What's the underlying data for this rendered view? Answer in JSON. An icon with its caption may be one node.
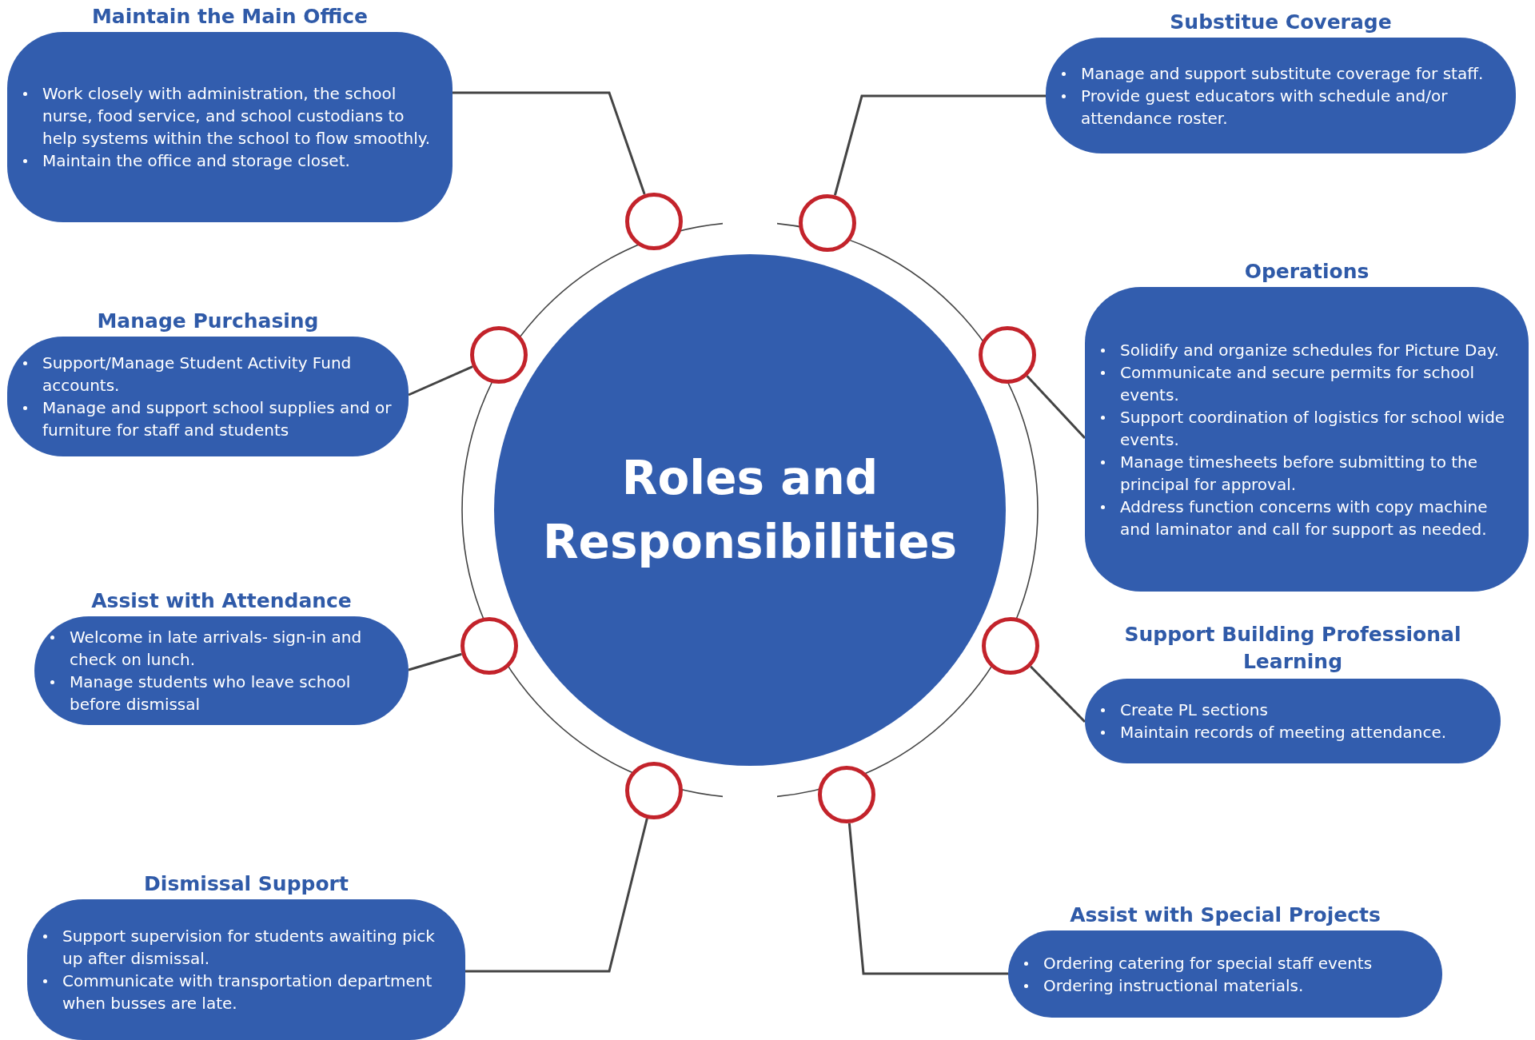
{
  "diagram": {
    "nodes": [
      {
        "text": [
          "Maintain the Main Office",
          "Work closely with administration, the school nurse, food service, and school custodians to help systems within the school to flow smoothly.",
          "Maintain the office and storage closet."
        ]
      },
      {
        "text": [
          "Substitue Coverage",
          "Manage and support substitute coverage for staff.",
          "Provide guest educators with schedule and/or attendance roster."
        ]
      },
      {
        "text": [
          "Manage Purchasing",
          "Support/Manage Student Activity Fund accounts.",
          "Manage and support school supplies and or furniture for staff and students"
        ]
      },
      {
        "text": [
          "Operations",
          "Solidify and organize schedules for Picture Day.",
          "Communicate and secure permits for school events.",
          "Support coordination of logistics for school wide events.",
          "Manage timesheets before submitting to the principal for approval.",
          "Address function concerns with copy machine and laminator and call for support as needed."
        ]
      },
      {
        "text": [
          "Assist with Attendance",
          "Welcome in late arrivals- sign-in and check on lunch.",
          "Manage students who leave school before dismissal"
        ]
      },
      {
        "text": [
          "Support Building Professional Learning",
          "Create PL sections",
          "Maintain records of meeting attendance."
        ]
      },
      {
        "text": [
          "Dismissal Support",
          "Support supervision for students awaiting pick up after dismissal.",
          "Communicate with transportation department when busses are  late."
        ]
      },
      {
        "text": [
          "Assist with Special Projects",
          "Ordering catering for special staff events",
          "Ordering instructional materials."
        ]
      },
      {
        "text": [
          "Roles and Responsibilities"
        ]
      },
      {
        "text": [],
        "shape": "circle"
      },
      {
        "text": [],
        "shape": "circle"
      },
      {
        "text": [],
        "shape": "circle"
      },
      {
        "text": [],
        "shape": "circle"
      },
      {
        "text": [],
        "shape": "circle"
      },
      {
        "text": [],
        "shape": "circle"
      },
      {
        "text": [],
        "shape": "circle"
      },
      {
        "text": [],
        "shape": "circle"
      }
    ],
    "edges": [
      {
        "from": 9,
        "to": 0,
        "arrow": "none"
      },
      {
        "from": 10,
        "to": 1,
        "arrow": "none"
      },
      {
        "from": 11,
        "to": 2,
        "arrow": "none"
      },
      {
        "from": 12,
        "to": 3,
        "arrow": "none"
      },
      {
        "from": 13,
        "to": 4,
        "arrow": "none"
      },
      {
        "from": 14,
        "to": 5,
        "arrow": "none"
      },
      {
        "from": 15,
        "to": 6,
        "arrow": "none"
      },
      {
        "from": 16,
        "to": 7,
        "arrow": "none"
      }
    ]
  }
}
